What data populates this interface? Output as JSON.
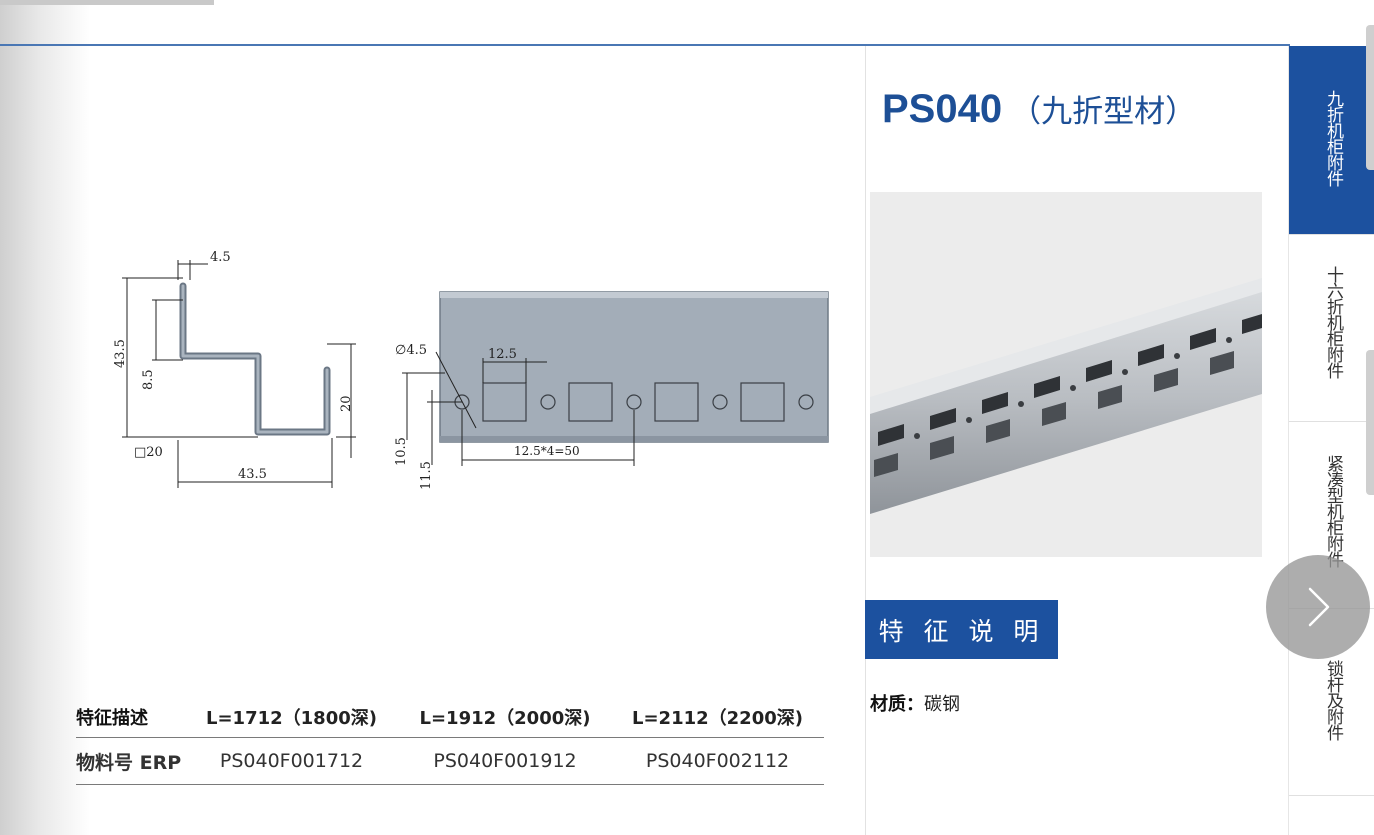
{
  "product": {
    "code": "PS040",
    "subtitle": "（九折型材）",
    "feature_button": "特 征 说 明",
    "material_label": "材质：",
    "material_value": "碳钢"
  },
  "drawing": {
    "dim_top_width": "4.5",
    "dim_height": "43.5",
    "dim_step": "8.5",
    "dim_right_height": "20",
    "dim_square": "□20",
    "dim_bottom_width": "43.5",
    "dim_hole": "∅4.5",
    "dim_pitch": "12.5",
    "dim_span": "12.5*4=50",
    "dim_offset_1": "10.5",
    "dim_offset_2": "11.5"
  },
  "spec_table": {
    "header": [
      "特征描述",
      "L=1712（1800深)",
      "L=1912（2000深)",
      "L=2112（2200深)"
    ],
    "row": [
      "物料号 ERP",
      "PS040F001712",
      "PS040F001912",
      "PS040F002112"
    ]
  },
  "sidebar": {
    "items": [
      {
        "label": "九折机柜附件",
        "active": true
      },
      {
        "label": "十六折机柜附件",
        "active": false
      },
      {
        "label": "紧凑型机柜附件",
        "active": false
      },
      {
        "label": "锁杆及附件",
        "active": false
      }
    ]
  },
  "colors": {
    "brand_blue": "#1c519f",
    "title_blue": "#1d4f96",
    "rule_blue": "#4a77b4"
  },
  "icons": {
    "next": "chevron-right-icon"
  }
}
